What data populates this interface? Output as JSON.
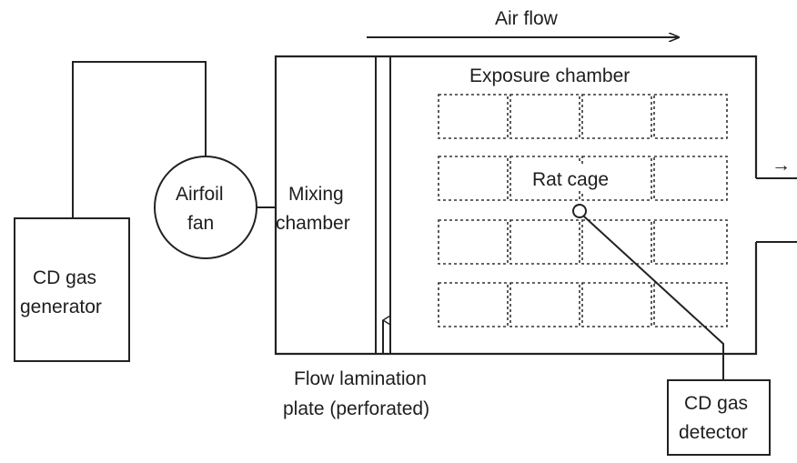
{
  "labels": {
    "air_flow": "Air flow",
    "exposure_chamber": "Exposure chamber",
    "rat_cage": "Rat cage",
    "airfoil_fan_line1": "Airfoil",
    "airfoil_fan_line2": "fan",
    "mixing_chamber_line1": "Mixing",
    "mixing_chamber_line2": "chamber",
    "generator_line1": "CD gas",
    "generator_line2": "generator",
    "lamination_line1": "Flow lamination",
    "lamination_line2": "plate (perforated)",
    "detector_line1": "CD gas",
    "detector_line2": "detector",
    "outlet_arrow": "→"
  },
  "cage_grid": {
    "rows": 4,
    "columns": 4
  }
}
